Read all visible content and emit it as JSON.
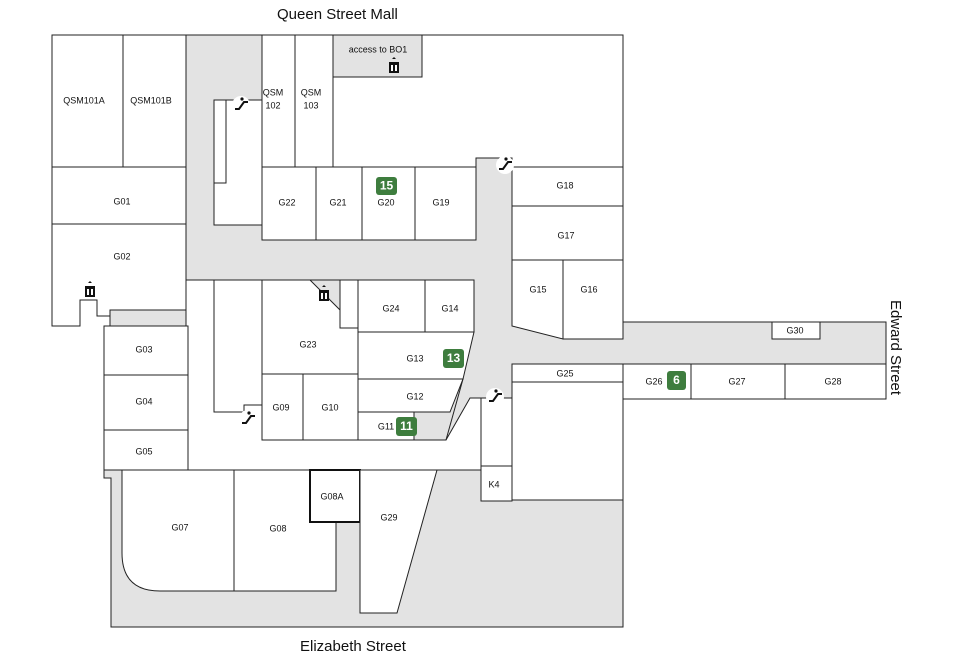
{
  "streets": {
    "north": "Queen Street Mall",
    "south": "Elizabeth Street",
    "east": "Edward Street"
  },
  "colors": {
    "corridor": "#e3e3e3",
    "shop_fill": "#ffffff",
    "outline": "#222222",
    "badge": "#3e7d3e"
  },
  "shops": {
    "qsm101a": "QSM101A",
    "qsm101b": "QSM101B",
    "qsm102": [
      "QSM",
      "102"
    ],
    "qsm103": [
      "QSM",
      "103"
    ],
    "access_bo1": "access to BO1",
    "g01": "G01",
    "g02": "G02",
    "g03": "G03",
    "g04": "G04",
    "g05": "G05",
    "g07": "G07",
    "g08": "G08",
    "g08a": "G08A",
    "g09": "G09",
    "g10": "G10",
    "g11": "G11",
    "g12": "G12",
    "g13": "G13",
    "g14": "G14",
    "g15": "G15",
    "g16": "G16",
    "g17": "G17",
    "g18": "G18",
    "g19": "G19",
    "g20": "G20",
    "g21": "G21",
    "g22": "G22",
    "g23": "G23",
    "g24": "G24",
    "g25": "G25",
    "g26": "G26",
    "g27": "G27",
    "g28": "G28",
    "g29": "G29",
    "g30": "G30",
    "k4": "K4"
  },
  "badges": {
    "b15": "15",
    "b13": "13",
    "b11": "11",
    "b6": "6"
  },
  "icons": {
    "escalator": "escalator-icon",
    "lift": "lift-icon"
  }
}
